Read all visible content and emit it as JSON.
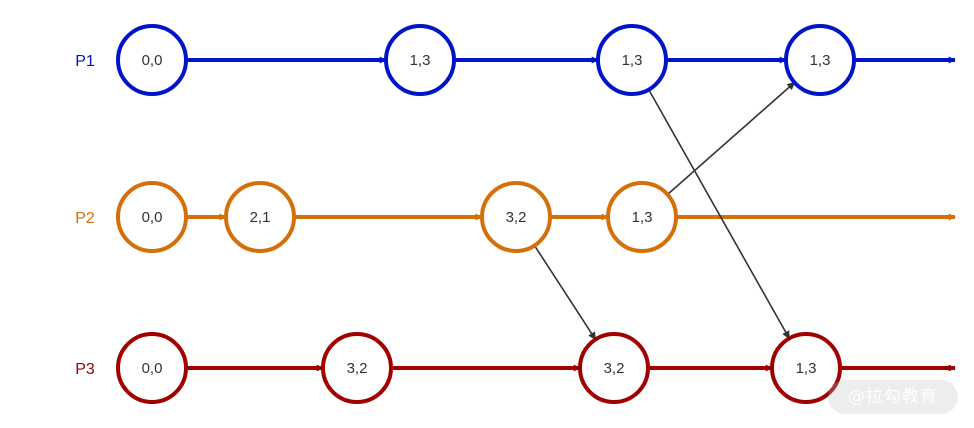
{
  "processes": [
    {
      "id": "p1",
      "label": "P1",
      "color": "#0015c7",
      "events": [
        "0,0",
        "1,3",
        "1,3",
        "1,3"
      ]
    },
    {
      "id": "p2",
      "label": "P2",
      "color": "#d46f0a",
      "events": [
        "0,0",
        "2,1",
        "3,2",
        "1,3"
      ]
    },
    {
      "id": "p3",
      "label": "P3",
      "color": "#a00000",
      "events": [
        "0,0",
        "3,2",
        "3,2",
        "1,3"
      ]
    }
  ],
  "messages": [
    {
      "from": "p1.events.2",
      "to": "p3.events.3"
    },
    {
      "from": "p2.events.3",
      "to": "p1.events.3"
    },
    {
      "from": "p2.events.2",
      "to": "p3.events.2"
    }
  ],
  "message_color": "#333333",
  "watermark": "@拉勾教育"
}
